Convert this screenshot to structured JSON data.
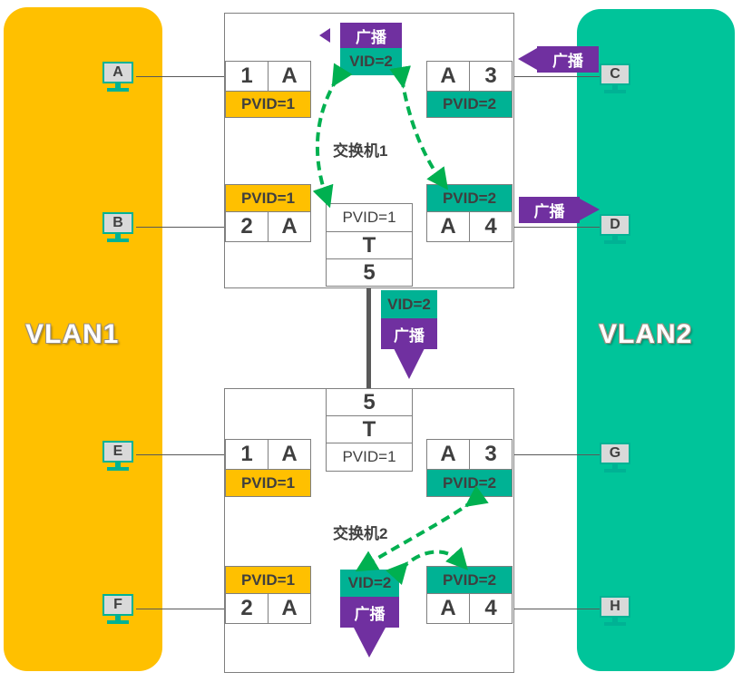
{
  "vlans": [
    {
      "label": "VLAN1",
      "color": "#ffc000"
    },
    {
      "label": "VLAN2",
      "color": "#00c49a"
    }
  ],
  "switch1": {
    "title": "交换机1",
    "ports": {
      "p1": {
        "num": "1",
        "mode": "A",
        "pvid": "PVID=1"
      },
      "p2": {
        "num": "2",
        "mode": "A",
        "pvid": "PVID=1"
      },
      "p3": {
        "num": "3",
        "mode": "A",
        "pvid": "PVID=2"
      },
      "p4": {
        "num": "4",
        "mode": "A",
        "pvid": "PVID=2"
      },
      "p5": {
        "num": "5",
        "mode": "T",
        "pvid": "PVID=1"
      }
    },
    "frame": {
      "vid": "VID=2",
      "label": "广播"
    }
  },
  "switch2": {
    "title": "交换机2",
    "ports": {
      "p1": {
        "num": "1",
        "mode": "A",
        "pvid": "PVID=1"
      },
      "p2": {
        "num": "2",
        "mode": "A",
        "pvid": "PVID=1"
      },
      "p3": {
        "num": "3",
        "mode": "A",
        "pvid": "PVID=2"
      },
      "p4": {
        "num": "4",
        "mode": "A",
        "pvid": "PVID=2"
      },
      "p5": {
        "num": "5",
        "mode": "T",
        "pvid": "PVID=1"
      }
    },
    "frame": {
      "vid": "VID=2",
      "label": "广播"
    }
  },
  "trunk_frame": {
    "vid": "VID=2",
    "label": "广播"
  },
  "hosts": {
    "A": "A",
    "B": "B",
    "C": "C",
    "D": "D",
    "E": "E",
    "F": "F",
    "G": "G",
    "H": "H"
  },
  "broadcast_labels": {
    "from_c": "广播",
    "to_d": "广播"
  },
  "colors": {
    "yellow": "#ffc000",
    "teal": "#00b294",
    "purple": "#7030a0",
    "arrow_green": "#00b050"
  }
}
